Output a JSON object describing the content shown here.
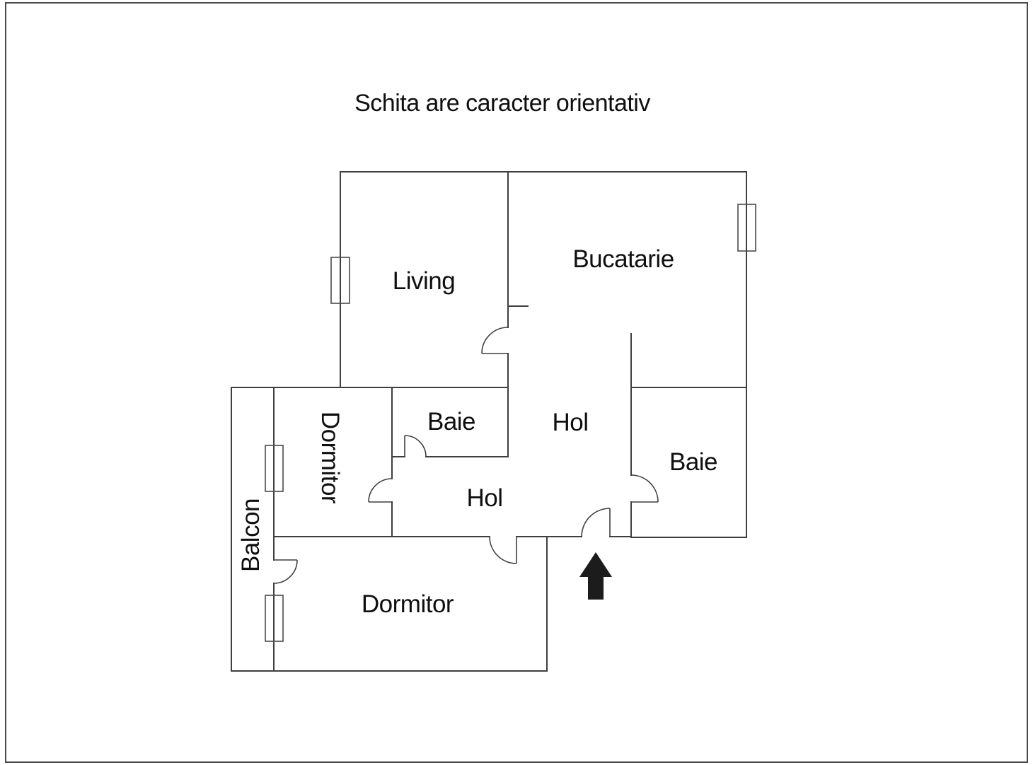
{
  "title": "Schita are caracter orientativ",
  "rooms": {
    "living": {
      "label": "Living"
    },
    "bucatarie": {
      "label": "Bucatarie"
    },
    "baie_mica": {
      "label": "Baie"
    },
    "baie_dreapta": {
      "label": "Baie"
    },
    "hol_sus": {
      "label": "Hol"
    },
    "hol_jos": {
      "label": "Hol"
    },
    "dormitor_stanga": {
      "label": "Dormitor"
    },
    "dormitor_jos": {
      "label": "Dormitor"
    },
    "balcon": {
      "label": "Balcon"
    }
  },
  "colors": {
    "wall": "#3f3f3f",
    "door": "#3f3f3f",
    "window": "#4a4a4a",
    "text": "#0f0f0f",
    "arrow": "#1c1c1c",
    "border": "#4a4a4a",
    "background": "#ffffff"
  }
}
